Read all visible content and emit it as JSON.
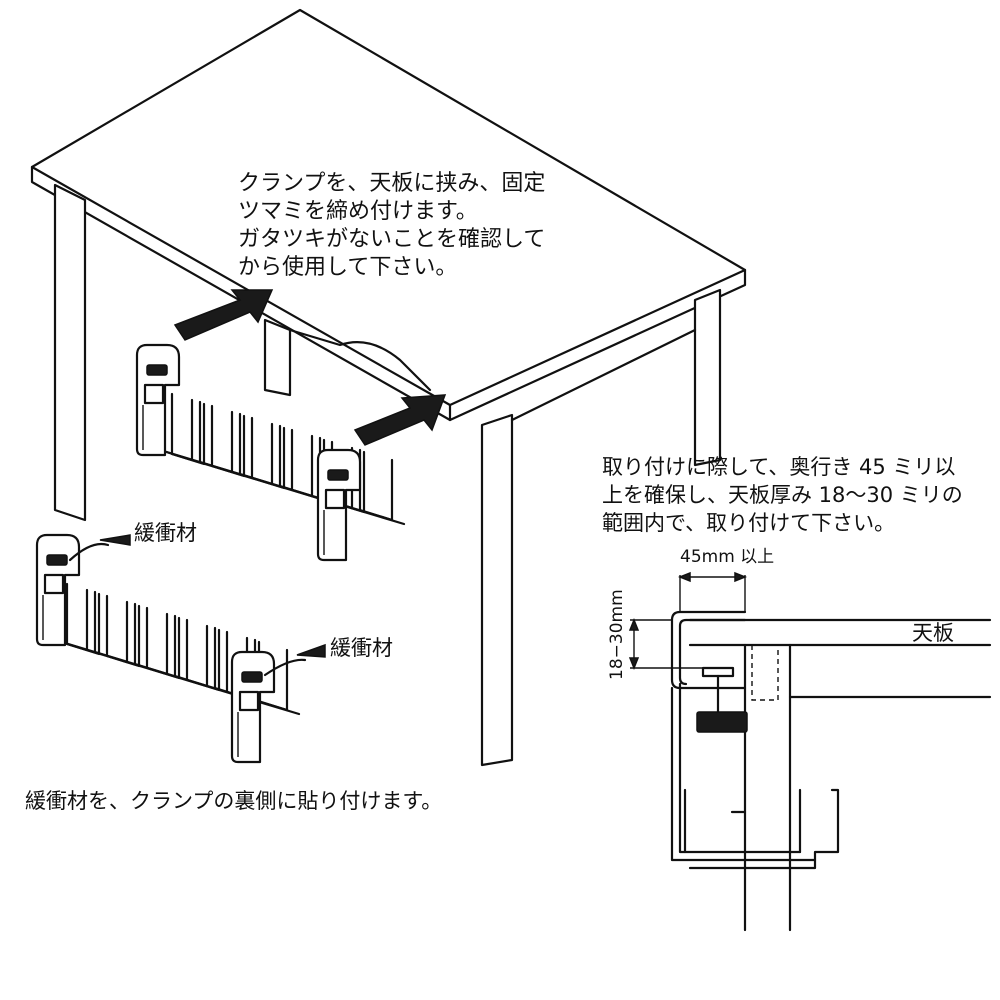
{
  "instructions": {
    "clamp_lines": [
      "クランプを、天板に挟み、固定",
      "ツマミを締め付けます。",
      "ガタツキがないことを確認して",
      "から使用して下さい。"
    ],
    "depth_lines": [
      "取り付けに際して、奥行き 45 ミリ以",
      "上を確保し、天板厚み 18～30 ミリの",
      "範囲内で、取り付けて下さい。"
    ],
    "cushion_note": "緩衝材を、クランプの裏側に貼り付けます。"
  },
  "labels": {
    "cushion_a": "緩衝材",
    "cushion_b": "緩衝材",
    "depth_dim": "45mm 以上",
    "thickness_dim": "18−30mm",
    "tabletop": "天板"
  }
}
